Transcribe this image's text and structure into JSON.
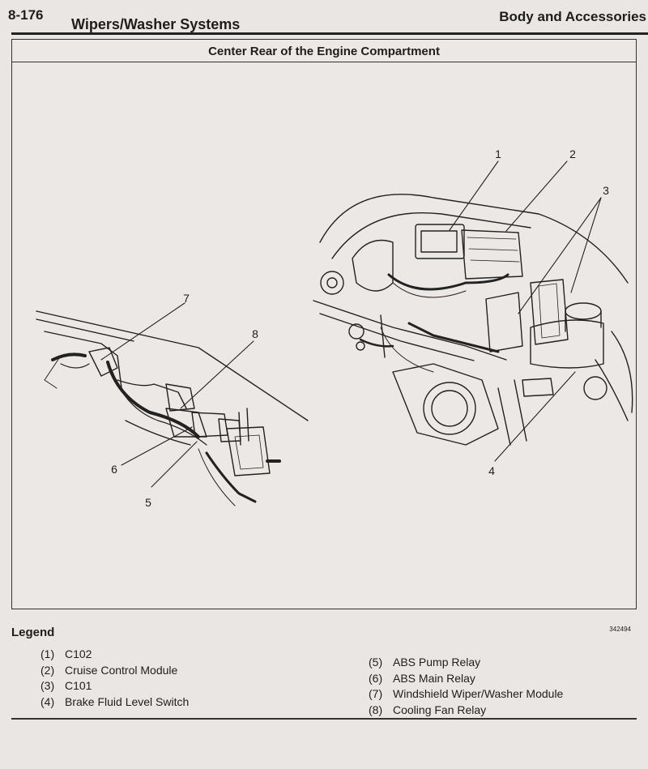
{
  "header": {
    "page_number": "8-176",
    "section": "Wipers/Washer Systems",
    "chapter": "Body and Accessories"
  },
  "figure": {
    "title": "Center Rear of the Engine Compartment",
    "code": "342494",
    "callouts": [
      "1",
      "2",
      "3",
      "4",
      "5",
      "6",
      "7",
      "8"
    ]
  },
  "legend": {
    "title": "Legend",
    "left": [
      {
        "num": "(1)",
        "label": "C102"
      },
      {
        "num": "(2)",
        "label": "Cruise Control Module"
      },
      {
        "num": "(3)",
        "label": "C101"
      },
      {
        "num": "(4)",
        "label": "Brake Fluid Level Switch"
      }
    ],
    "right": [
      {
        "num": "(5)",
        "label": "ABS Pump Relay"
      },
      {
        "num": "(6)",
        "label": "ABS Main Relay"
      },
      {
        "num": "(7)",
        "label": "Windshield Wiper/Washer Module"
      },
      {
        "num": "(8)",
        "label": "Cooling Fan Relay"
      }
    ]
  }
}
